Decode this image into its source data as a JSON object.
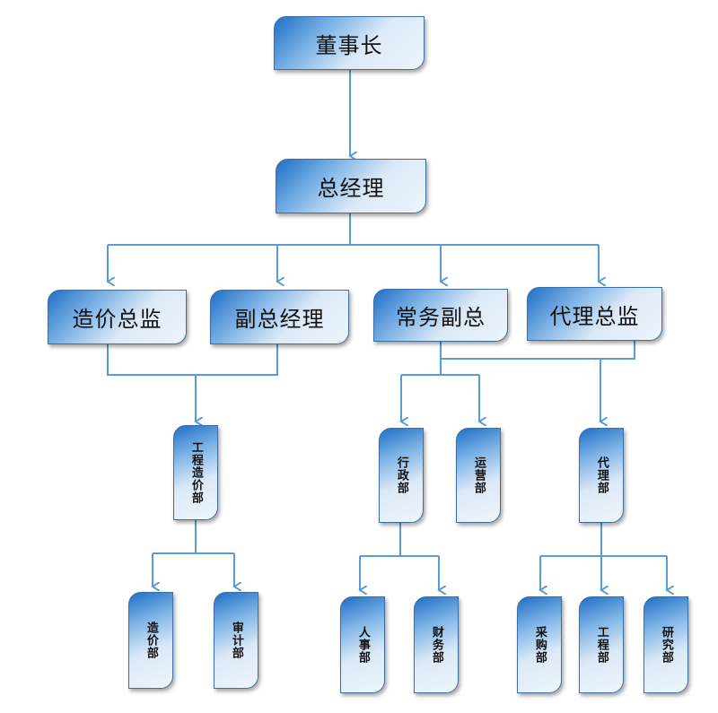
{
  "chairman": "董事长",
  "general_manager": "总经理",
  "level2": {
    "cost_director": "造价总监",
    "deputy_gm": "副总经理",
    "executive_deputy": "常务副总",
    "agency_director": "代理总监"
  },
  "level3": {
    "engineering_cost_dept": "工程造价部",
    "admin_dept": "行政部",
    "operations_dept": "运营部",
    "agency_dept": "代理部"
  },
  "level4": {
    "cost_dept": "造价部",
    "audit_dept": "审计部",
    "hr_dept": "人事部",
    "finance_dept": "财务部",
    "procurement_dept": "采购部",
    "engineering_dept": "工程部",
    "research_dept": "研究部"
  },
  "colors": {
    "connector": "#5b9bd5",
    "box_border": "#3a6ea5",
    "box_dark": "#1f6fc5",
    "box_light": "#eef5fc"
  }
}
